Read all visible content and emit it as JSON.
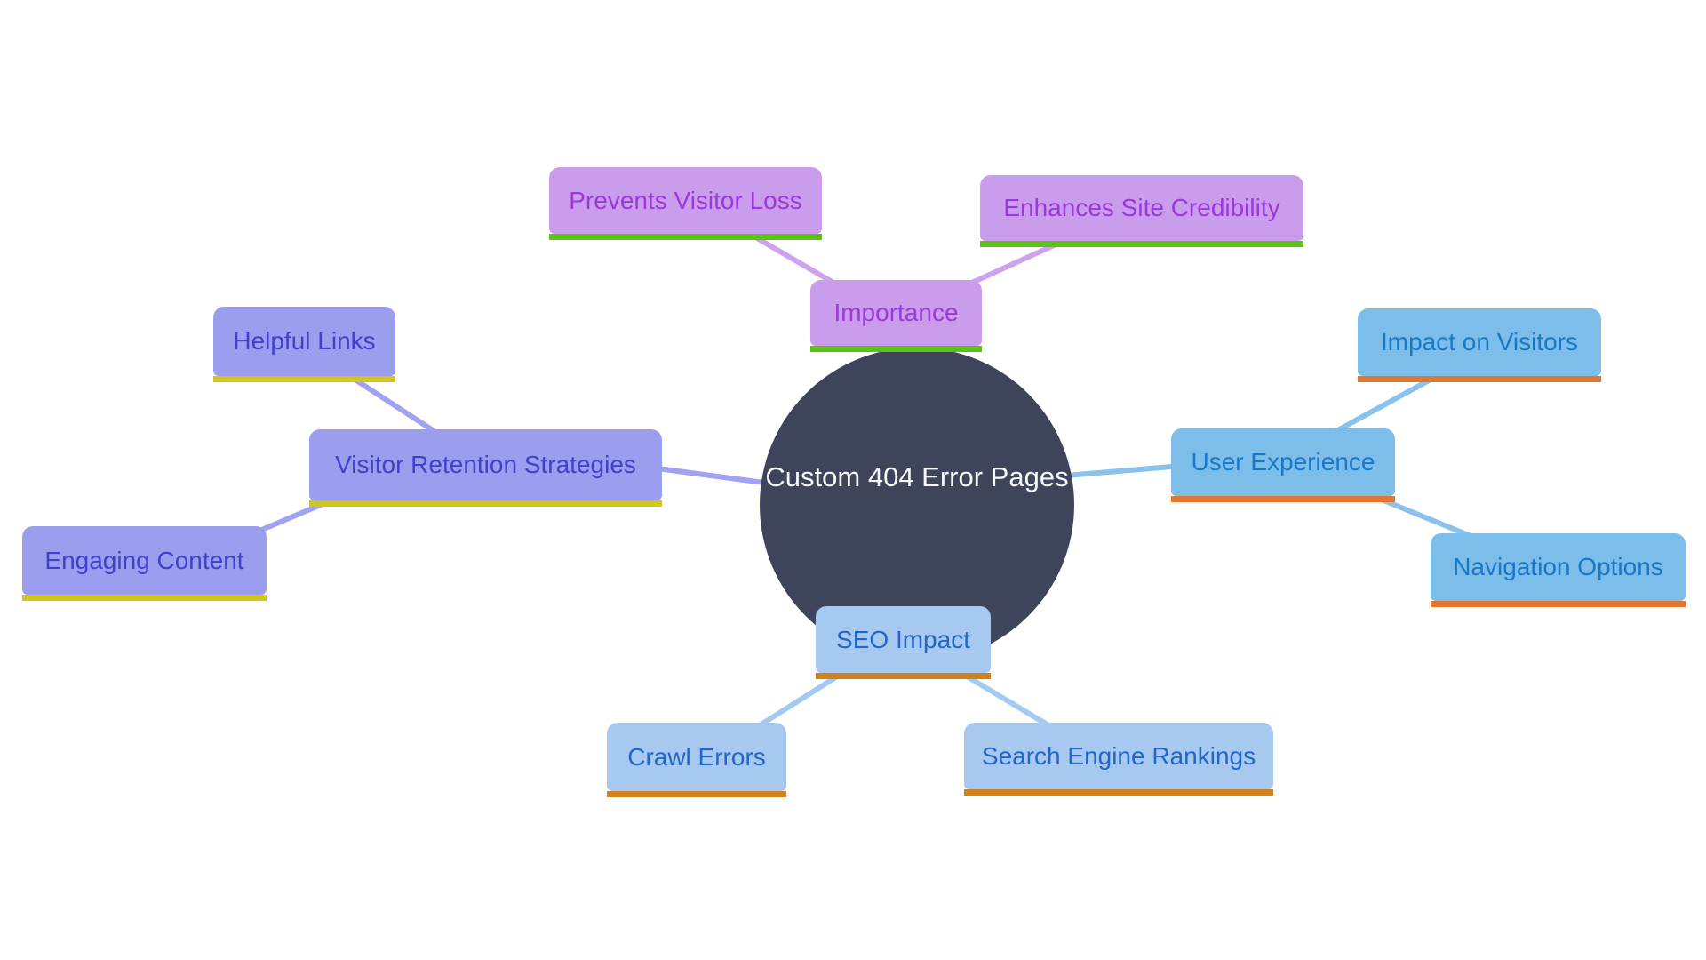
{
  "diagram": {
    "type": "mindmap",
    "background_color": "#FFFFFF",
    "center": {
      "label": "Custom 404 Error Pages",
      "bg_color": "#3E4459",
      "text_color": "#F7F8FA"
    },
    "branches": [
      {
        "id": "importance",
        "label": "Importance",
        "box_color": "#CA9CEC",
        "text_color": "#9A38D9",
        "underline_color": "#5CC217",
        "connector_color": "#CDA3EC",
        "children": [
          {
            "id": "prevents-visitor-loss",
            "label": "Prevents Visitor Loss"
          },
          {
            "id": "enhances-site-credibility",
            "label": "Enhances Site Credibility"
          }
        ]
      },
      {
        "id": "visitor-retention-strategies",
        "label": "Visitor Retention Strategies",
        "box_color": "#9B9DEF",
        "text_color": "#4041C9",
        "underline_color": "#D2C51D",
        "connector_color": "#9FA3F1",
        "children": [
          {
            "id": "helpful-links",
            "label": "Helpful Links"
          },
          {
            "id": "engaging-content",
            "label": "Engaging Content"
          }
        ]
      },
      {
        "id": "user-experience",
        "label": "User Experience",
        "box_color": "#7CBDEA",
        "text_color": "#1878C8",
        "underline_color": "#E2762E",
        "connector_color": "#8AC1ED",
        "children": [
          {
            "id": "impact-on-visitors",
            "label": "Impact on Visitors"
          },
          {
            "id": "navigation-options",
            "label": "Navigation Options"
          }
        ]
      },
      {
        "id": "seo-impact",
        "label": "SEO Impact",
        "box_color": "#A8C9EF",
        "text_color": "#2166C8",
        "underline_color": "#D0821F",
        "connector_color": "#A5CAF1",
        "children": [
          {
            "id": "crawl-errors",
            "label": "Crawl Errors"
          },
          {
            "id": "search-engine-rankings",
            "label": "Search Engine Rankings"
          }
        ]
      }
    ]
  }
}
